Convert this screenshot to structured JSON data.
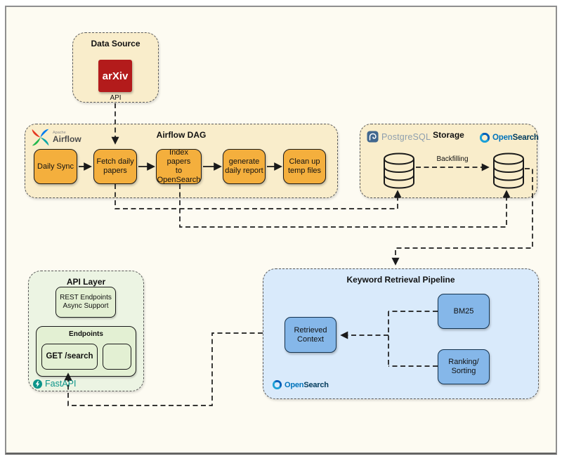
{
  "colors": {
    "canvas_bg": "#fdfbf2",
    "cream": "#f9edcb",
    "orange_node": "#f4af3d",
    "blue_container": "#d9eafb",
    "blue_node": "#85b7e9",
    "green_container": "#ecf4e3",
    "green_node": "#e3f0d3",
    "arxiv_red": "#b31b1b",
    "opensearch_blue": "#0073bb",
    "opensearch_dark": "#013b5c",
    "fastapi_teal": "#0b9489",
    "connector": "#1a1a1a"
  },
  "data_source": {
    "title": "Data Source",
    "arxiv_label": "arXiv",
    "api_label": "API"
  },
  "airflow_dag": {
    "title": "Airflow DAG",
    "logo_small": "Apache",
    "logo_text": "Airflow",
    "nodes": [
      {
        "lines": [
          "Daily Sync"
        ]
      },
      {
        "lines": [
          "Fetch daily",
          "papers"
        ]
      },
      {
        "lines": [
          "Index papers",
          "to",
          "OpenSearch"
        ]
      },
      {
        "lines": [
          "generate",
          "daily report"
        ]
      },
      {
        "lines": [
          "Clean up",
          "temp files"
        ]
      }
    ]
  },
  "storage": {
    "title": "Storage",
    "postgres_label": "PostgreSQL",
    "opensearch_open": "Open",
    "opensearch_search": "Search",
    "backfilling_label": "Backfilling"
  },
  "api_layer": {
    "title": "API Layer",
    "rest_lines": [
      "REST Endpoints",
      "Async Support"
    ],
    "endpoints_title": "Endpoints",
    "get_label": "GET /search",
    "fastapi_label": "FastAPI"
  },
  "pipeline": {
    "title": "Keyword Retrieval Pipeline",
    "bm25_label": "BM25",
    "ranking_lines": [
      "Ranking/",
      "Sorting"
    ],
    "retrieved_lines": [
      "Retrieved",
      "Context"
    ],
    "opensearch_open": "Open",
    "opensearch_search": "Search"
  }
}
